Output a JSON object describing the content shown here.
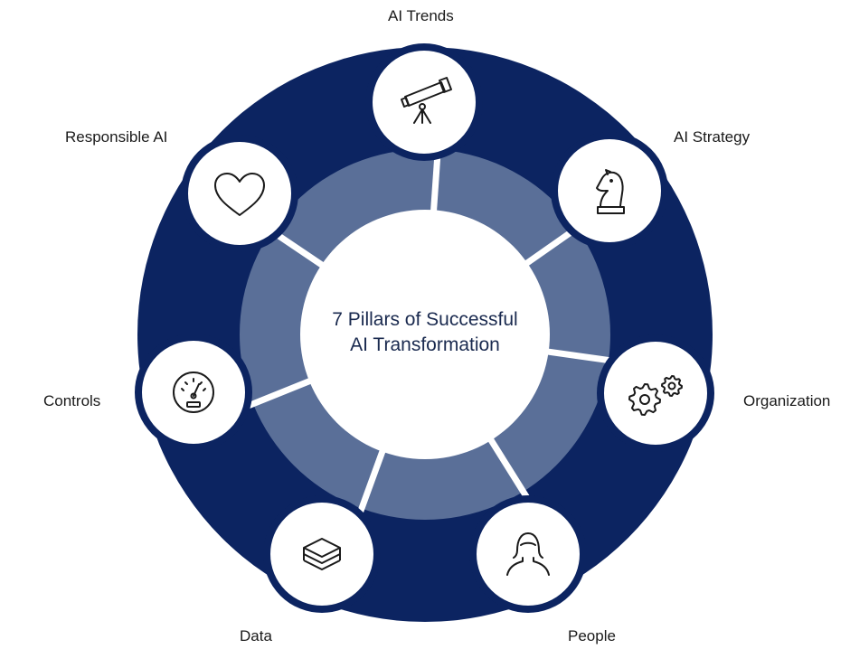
{
  "title": {
    "line1": "7 Pillars of Successful",
    "line2": "AI Transformation"
  },
  "colors": {
    "outer_ring": "#0c2461",
    "inner_ring": "#5a6f98",
    "icon_stroke": "#1a1a1a",
    "label_text": "#1a1a1a"
  },
  "pillars": [
    {
      "label": "AI Trends",
      "icon": "telescope-icon"
    },
    {
      "label": "AI Strategy",
      "icon": "chess-knight-icon"
    },
    {
      "label": "Organization",
      "icon": "gears-icon"
    },
    {
      "label": "People",
      "icon": "person-icon"
    },
    {
      "label": "Data",
      "icon": "layers-icon"
    },
    {
      "label": "Controls",
      "icon": "gauge-icon"
    },
    {
      "label": "Responsible AI",
      "icon": "heart-icon"
    }
  ]
}
